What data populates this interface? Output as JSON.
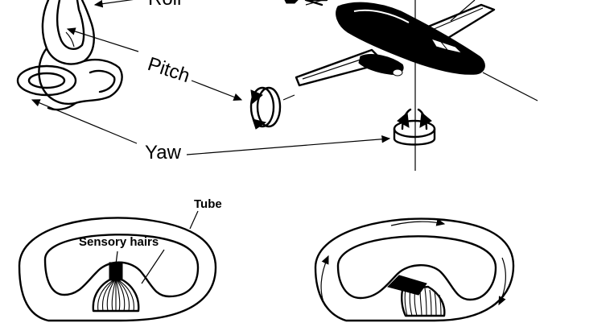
{
  "labels": {
    "roll_partial": "Roll",
    "pitch": "Pitch",
    "yaw": "Yaw",
    "tube": "Tube",
    "sensory_hairs": "Sensory hairs"
  },
  "colors": {
    "ink": "#000000",
    "background": "#ffffff"
  }
}
